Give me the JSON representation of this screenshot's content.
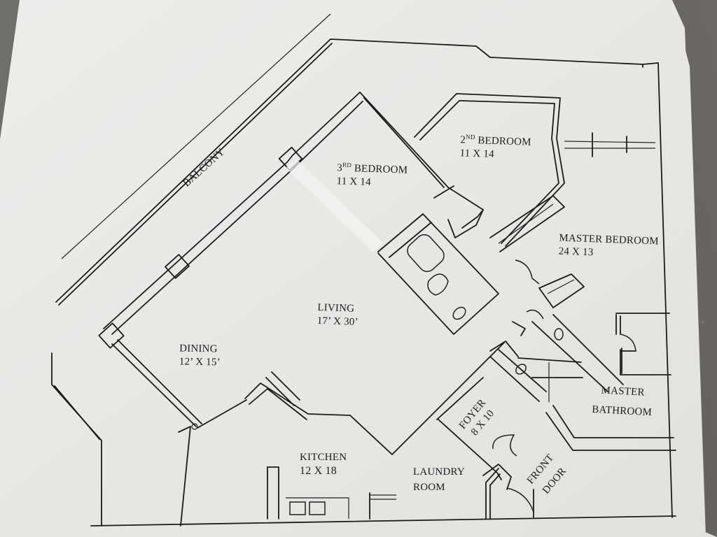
{
  "title": "Apartment floor plan (printed sheet photo)",
  "colors": {
    "paper": "#e9e9e6",
    "ink": "#1b1b1b",
    "background_surface": "#1f1d1a"
  },
  "rooms": {
    "balcony": {
      "name": "BALCONY"
    },
    "bedroom3": {
      "name_prefix": "3",
      "name_sup": "RD",
      "name_rest": " BEDROOM",
      "size": "11 X 14"
    },
    "bedroom2": {
      "name_prefix": "2",
      "name_sup": "ND",
      "name_rest": " BEDROOM",
      "size": "11 X 14"
    },
    "master_bedroom": {
      "name": "MASTER BEDROOM",
      "size": "24 X 13"
    },
    "living": {
      "name": "LIVING",
      "size": "17’ X 30’"
    },
    "dining": {
      "name": "DINING",
      "size": "12’ X 15’"
    },
    "master_bathroom": {
      "line1": "MASTER",
      "line2": "BATHROOM"
    },
    "foyer": {
      "name": "FOYER",
      "size": "8 X 10"
    },
    "front_door": {
      "line1": "FRONT",
      "line2": "DOOR"
    },
    "kitchen": {
      "name": "KITCHEN",
      "size": "12 X 18"
    },
    "laundry": {
      "line1": "LAUNDRY",
      "line2": "ROOM"
    }
  }
}
